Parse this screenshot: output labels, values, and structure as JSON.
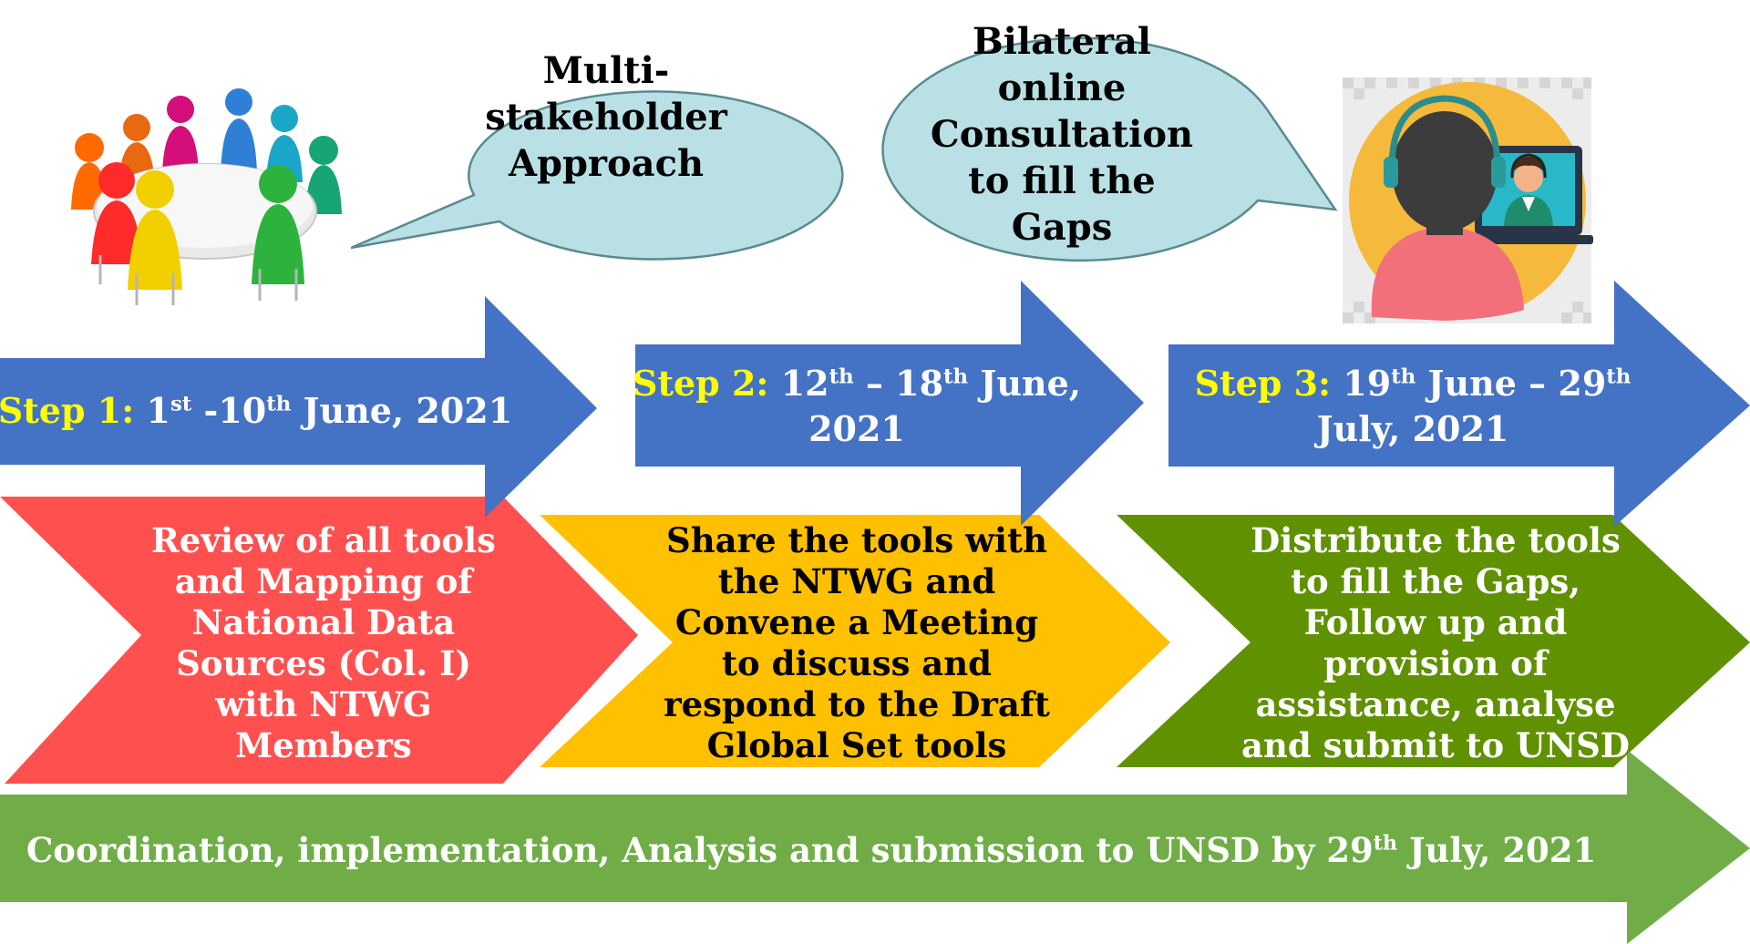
{
  "colors": {
    "bubble_fill": "#b9e1e5",
    "bubble_stroke": "#5a8a90",
    "step_arrow": "#4472c4",
    "step_label": "#ffff00",
    "box1": "#ff5050",
    "box2": "#ffc000",
    "box3": "#5f9100",
    "banner": "#70ad47"
  },
  "bubbles": [
    {
      "lines": [
        "Multi-",
        "stakeholder",
        "Approach"
      ]
    },
    {
      "lines": [
        "Bilateral",
        "online",
        "Consultation",
        "to fill the",
        "Gaps"
      ]
    }
  ],
  "images": [
    {
      "icon": "round-table-meeting-icon"
    },
    {
      "icon": "video-consultation-icon"
    }
  ],
  "steps": [
    {
      "label": "Step 1:",
      "d1": "1",
      "s1": "st",
      "mid": " -10",
      "s2": "th",
      "rest": " June, 2021",
      "line2": ""
    },
    {
      "label": "Step 2:",
      "d1": "12",
      "s1": "th",
      "mid": " – 18",
      "s2": "th",
      "rest": " June,",
      "line2": "2021"
    },
    {
      "label": "Step 3:",
      "d1": "19",
      "s1": "th",
      "mid": " June – 29",
      "s2": "th",
      "rest": "",
      "line2": "July, 2021"
    }
  ],
  "boxes": [
    {
      "lines": [
        "Review of all tools",
        "and Mapping of",
        "National Data",
        "Sources (Col. I)",
        "with NTWG",
        "Members"
      ]
    },
    {
      "lines": [
        "Share the tools with",
        "the NTWG and",
        "Convene a Meeting",
        "to discuss and",
        "respond to the Draft",
        "Global Set tools"
      ]
    },
    {
      "lines": [
        "Distribute the tools",
        "to fill the Gaps,",
        "Follow up  and",
        "provision of",
        "assistance, analyse",
        "and submit to UNSD"
      ]
    }
  ],
  "banner": {
    "pre": "Coordination, implementation, Analysis and submission  to UNSD by 29",
    "sup": "th",
    "post": " July, 2021"
  }
}
